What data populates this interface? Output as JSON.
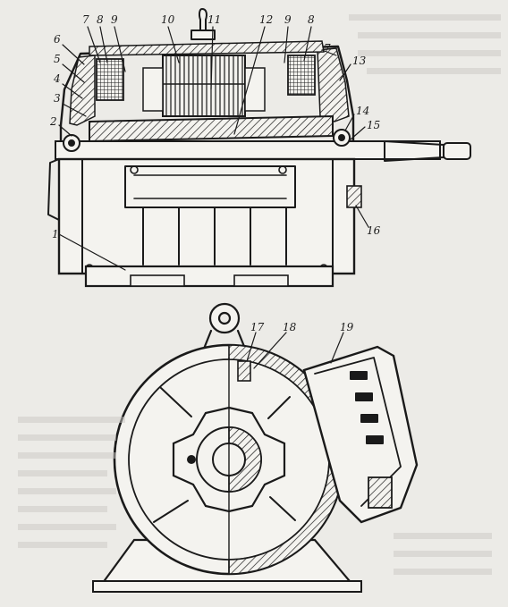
{
  "upper_view": {
    "labels": [
      "1",
      "2",
      "3",
      "4",
      "5",
      "6",
      "7",
      "8",
      "9",
      "10",
      "11",
      "12",
      "9",
      "8",
      "7",
      "13",
      "14",
      "15",
      "16"
    ]
  },
  "lower_view": {
    "labels": [
      "17",
      "18",
      "19"
    ]
  }
}
